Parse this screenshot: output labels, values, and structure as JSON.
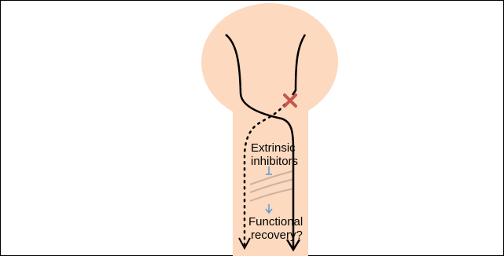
{
  "colors": {
    "tissue": "#fcd9bf",
    "axon": "#000000",
    "lesion_mark": "#c4574f",
    "inhibit_arrow": "#5b9bd5",
    "scar_lines": "#c8b3a6",
    "frame": "#000000"
  },
  "labels": {
    "inhibitors_line1": "Extrinsic",
    "inhibitors_line2": "inhibitors",
    "recovery_line1": "Functional",
    "recovery_line2": "recovery?"
  },
  "icons": {
    "lesion": "cross-mark-icon",
    "inhibition": "t-bar-inhibition-icon",
    "down_arrow": "down-arrow-icon"
  }
}
